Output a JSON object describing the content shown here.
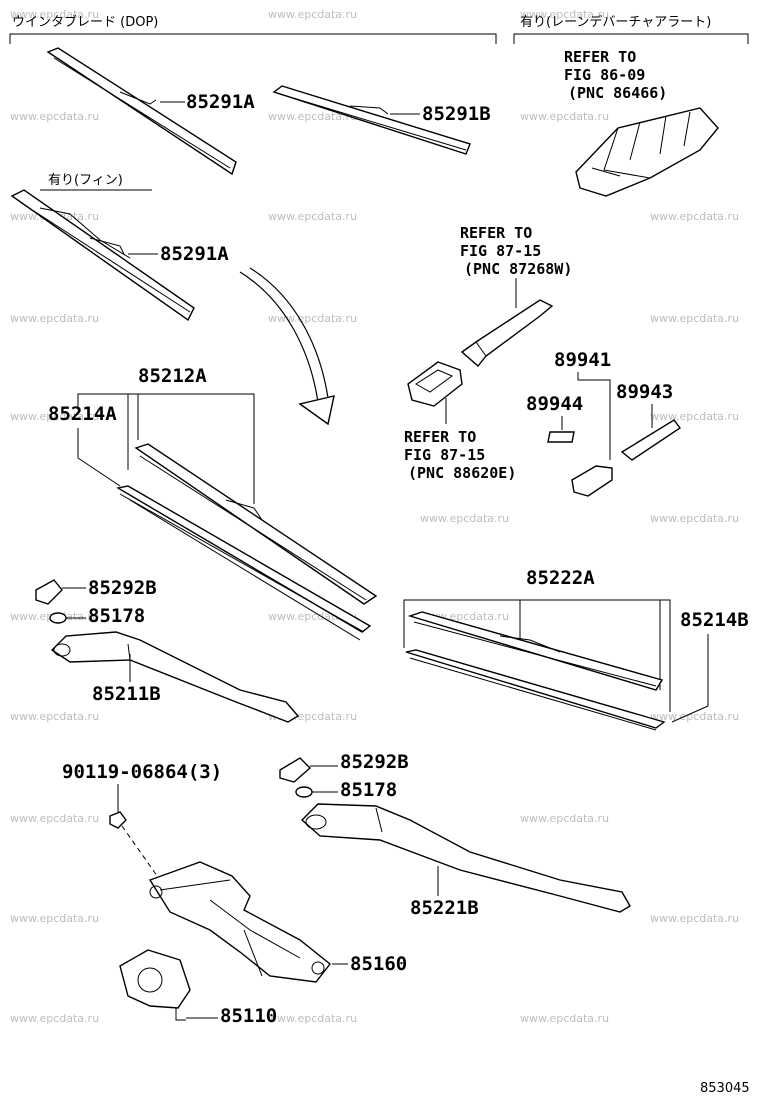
{
  "section_labels": {
    "dop_blade": "ウインタブレード (DOP)",
    "with_rain_cover": "有り(レーンデバーチャアラート)",
    "with_fin": "有り(フィン)"
  },
  "parts": {
    "p85291A_1": "85291A",
    "p85291B": "85291B",
    "p85291A_2": "85291A",
    "p85212A": "85212A",
    "p85214A": "85214A",
    "p85292B_1": "85292B",
    "p85178_1": "85178",
    "p85211B": "85211B",
    "p85222A": "85222A",
    "p85214B": "85214B",
    "p90119": "90119-06864(3)",
    "p85292B_2": "85292B",
    "p85178_2": "85178",
    "p85221B": "85221B",
    "p85160": "85160",
    "p85110": "85110",
    "p89941": "89941",
    "p89944": "89944",
    "p89943": "89943"
  },
  "refs": {
    "r1": [
      "REFER TO",
      "FIG 86-09",
      "(PNC 86466)"
    ],
    "r2": [
      "REFER TO",
      "FIG 87-15",
      "(PNC 87268W)"
    ],
    "r3": [
      "REFER TO",
      "FIG 87-15",
      "(PNC 88620E)"
    ]
  },
  "diagram_id": "853045",
  "watermark": "www.epcdata.ru"
}
